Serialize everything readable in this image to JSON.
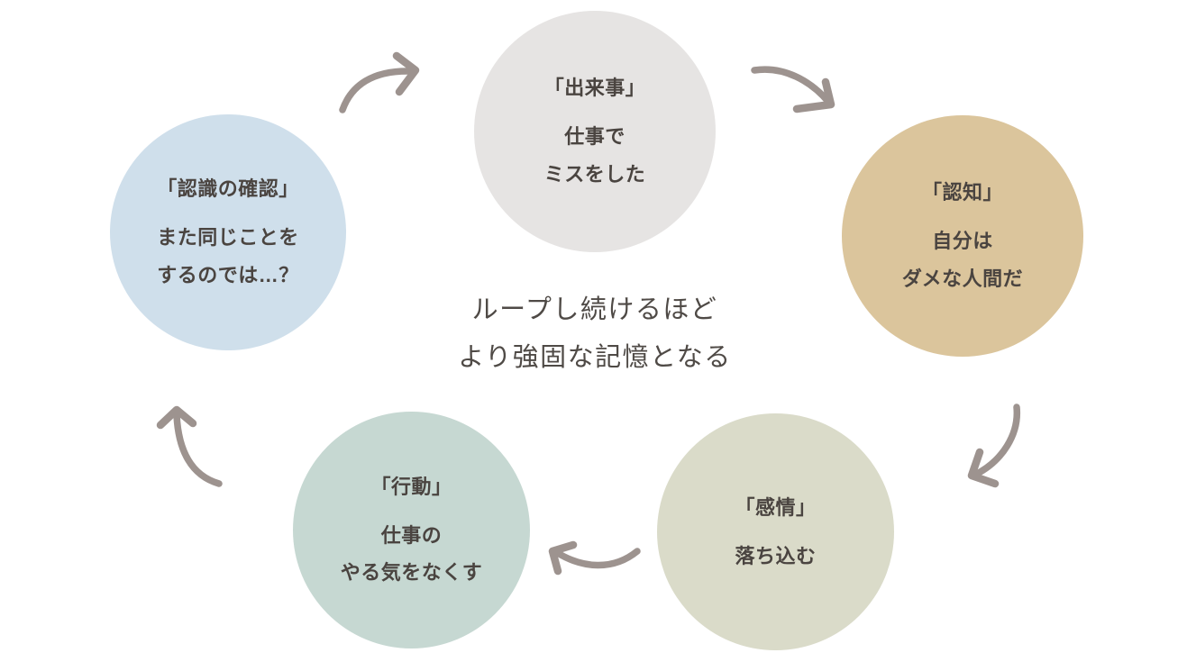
{
  "diagram": {
    "center_caption": [
      "ループし続けるほど",
      "より強固な記憶となる"
    ],
    "nodes": {
      "event": {
        "title": "「出来事」",
        "lines": [
          "仕事で",
          "ミスをした"
        ],
        "color": "#e6e4e3"
      },
      "cognition": {
        "title": "「認知」",
        "lines": [
          "自分は",
          "ダメな人間だ"
        ],
        "color": "#dbc59c"
      },
      "emotion": {
        "title": "「感情」",
        "lines": [
          "落ち込む"
        ],
        "color": "#dadbc9"
      },
      "behavior": {
        "title": "「行動」",
        "lines": [
          "仕事の",
          "やる気をなくす"
        ],
        "color": "#c6d8d2"
      },
      "recognition": {
        "title": "「認識の確認」",
        "lines": [
          "また同じことを",
          "するのでは…？"
        ],
        "color": "#cfdfeb"
      }
    },
    "colors": {
      "text": "#4a4440",
      "caption_text": "#4f4a46",
      "arrow": "#9d938f",
      "background": "#ffffff"
    }
  }
}
